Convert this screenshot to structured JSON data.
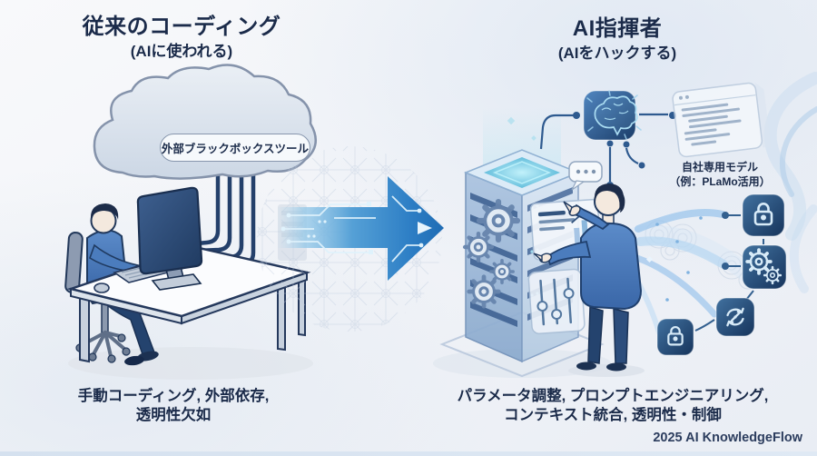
{
  "left_panel": {
    "title": "従来のコーディング",
    "subtitle": "(AIに使われる)",
    "cloud_label": "外部ブラックボックスツール",
    "caption_line1": "手動コーディング, 外部依存,",
    "caption_line2": "透明性欠如"
  },
  "right_panel": {
    "title": "AI指揮者",
    "subtitle": "(AIをハックする)",
    "model_label_line1": "自社専用モデル",
    "model_label_line2": "（例：PLaMo活用）",
    "caption_line1": "パラメータ調整, プロンプトエンジニアリング,",
    "caption_line2": "コンテキスト統合, 透明性・制御"
  },
  "footer": {
    "credit": "2025 AI KnowledgeFlow"
  },
  "icons": {
    "cloud": "external-cloud-icon",
    "brain": "ai-brain-icon",
    "lock_top": "lock-icon",
    "gears": "gears-icon",
    "sync": "sync-icon",
    "lock_bottom": "lock-icon",
    "speech_bubble": "speech-bubble-icon",
    "code_window": "code-window-icon",
    "server_tower": "server-tower-illustration",
    "arrow": "transformation-arrow-icon"
  },
  "colors": {
    "title_text": "#1b2b4a",
    "accent_blue": "#2e7ec8",
    "badge_blue": "#16345c",
    "glow_cyan": "#7fd9ea",
    "cloud_fill": "#dde4ee",
    "background": "#f2f4f8"
  }
}
